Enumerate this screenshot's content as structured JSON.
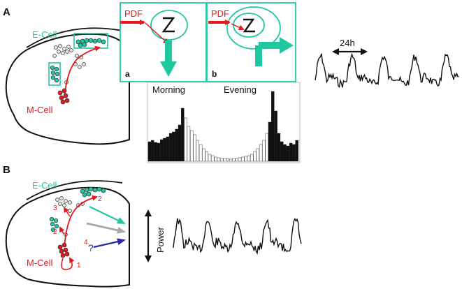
{
  "panels": {
    "A": {
      "label": "A",
      "e_cell": "E-Cell",
      "m_cell": "M-Cell",
      "inset_a": {
        "label": "a",
        "signal": "PDF"
      },
      "inset_b": {
        "label": "b",
        "signal": "PDF"
      },
      "trace_period": "24h",
      "histogram": {
        "morning": "Morning",
        "evening": "Evening"
      }
    },
    "B": {
      "label": "B",
      "e_cell": "E-Cell",
      "m_cell": "M-Cell",
      "step_labels": [
        "1",
        "2",
        "2",
        "3",
        "4"
      ],
      "question": "?",
      "power_label": "Power"
    }
  },
  "colors": {
    "teal": "#1fc8a0",
    "red": "#e4181c",
    "grey": "#a8a8a8",
    "blue": "#2a2aa8",
    "black": "#111111"
  }
}
